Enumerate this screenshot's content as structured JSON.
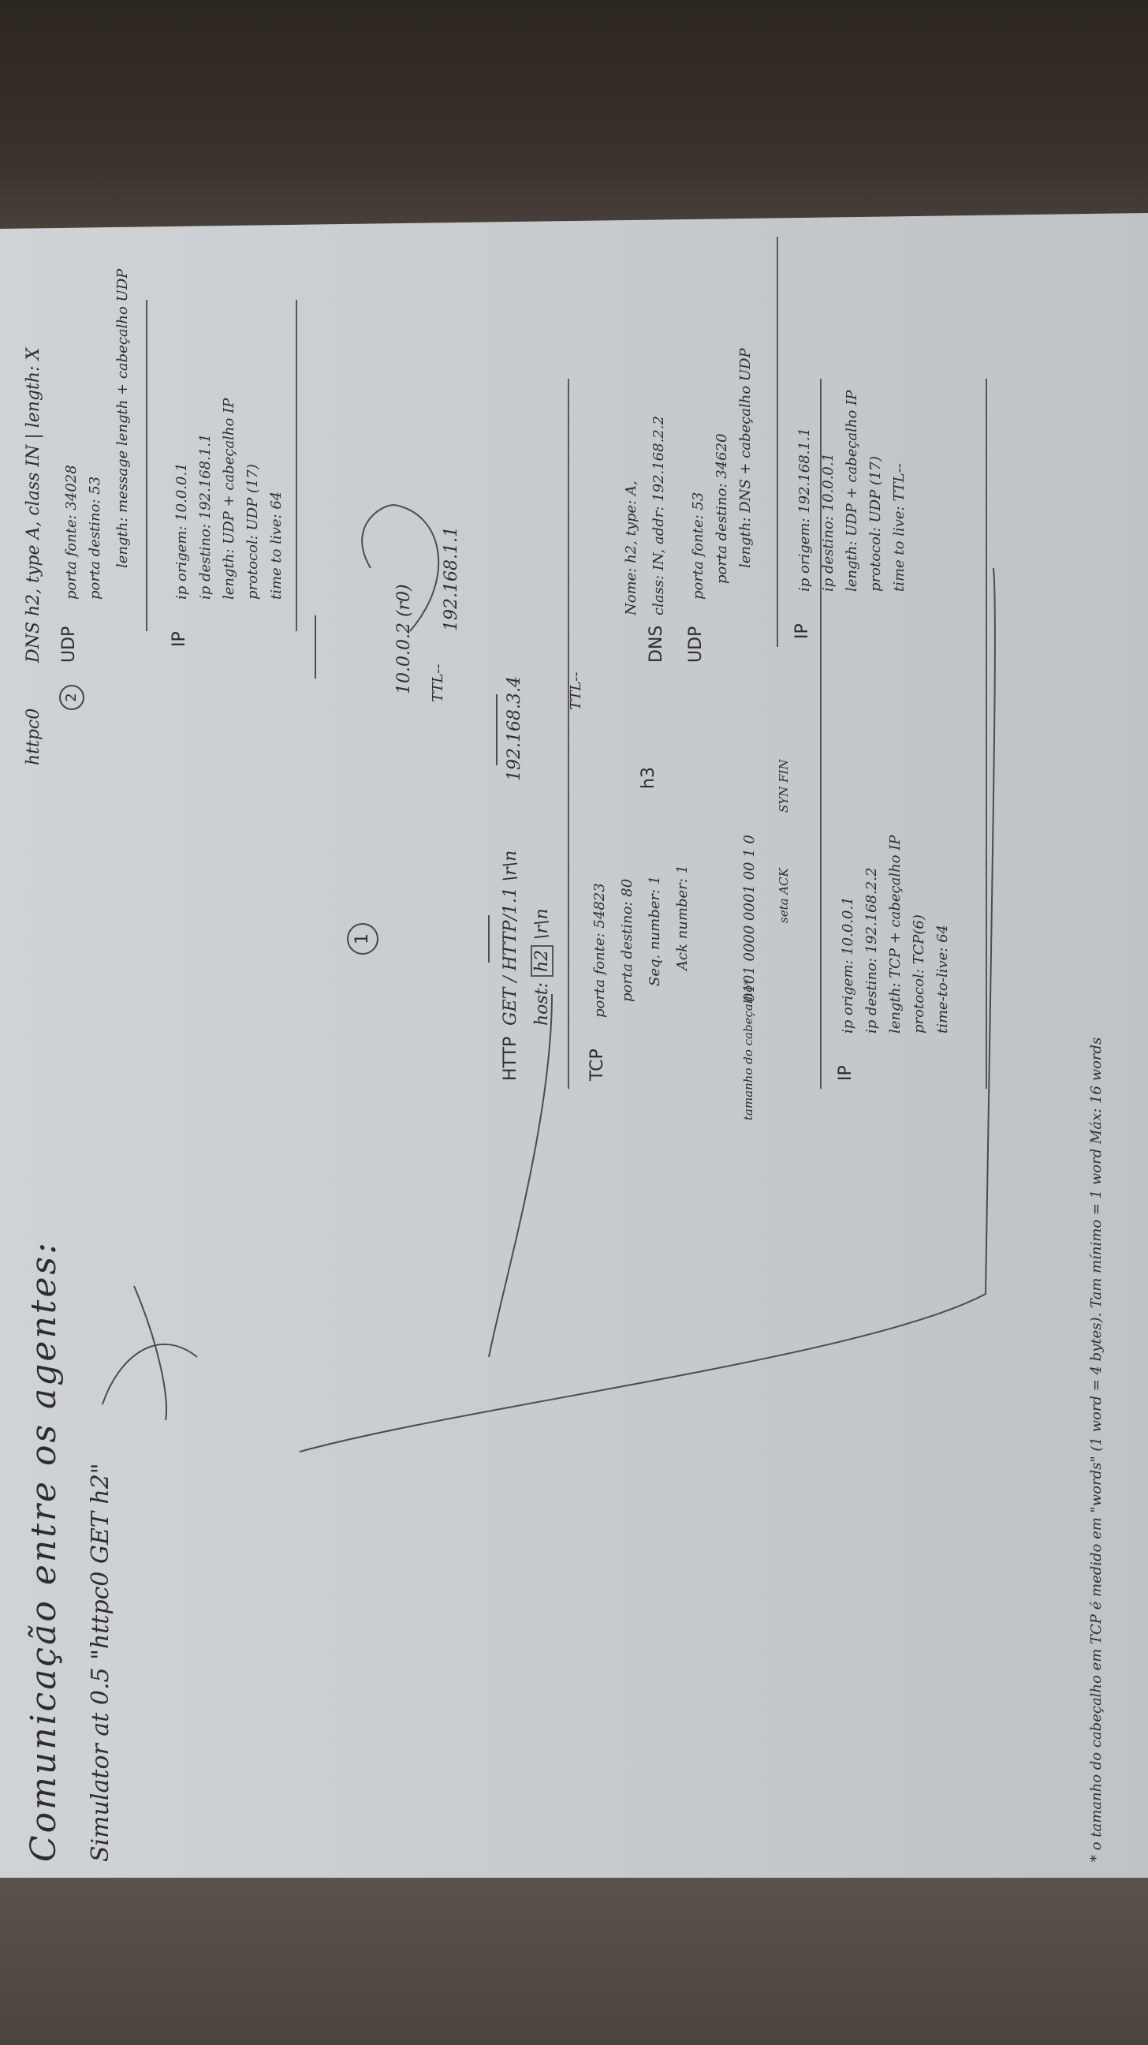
{
  "title": "Comunicação entre os agentes:",
  "simulator_line": "Simulator at 0.5 \"httpc0 GET h2\"",
  "top_right": {
    "httpc": "httpc0",
    "dns_line": "DNS  h2, type A, class IN | length: X",
    "udp_label": "UDP",
    "udp_lines": [
      "porta fonte: 34028",
      "porta destino: 53",
      "length: message length + cabeçalho UDP"
    ],
    "step": "2",
    "ip_label": "IP",
    "ip_lines": [
      "ip origem: 10.0.0.1",
      "ip destino: 192.168.1.1",
      "length: UDP + cabeçalho IP",
      "protocol: UDP (17)",
      "time to live: 64"
    ]
  },
  "route": {
    "r0": "10.0.0.2 (r0)",
    "ttl1": "TTL--",
    "router1": "192.168.1.1",
    "router2": "192.168.3.4",
    "ttl2": "TTL--",
    "h3": "h3"
  },
  "dns_reply": {
    "dns_label": "DNS",
    "dns_lines": [
      "Nome: h2, type: A,",
      "class: IN, addr: 192.168.2.2"
    ],
    "udp_label": "UDP",
    "udp_lines": [
      "porta fonte: 53",
      "porta destino: 34620",
      "length: DNS + cabeçalho UDP"
    ],
    "ip_label": "IP",
    "ip_lines": [
      "ip origem: 192.168.1.1",
      "ip destino: 10.0.0.1",
      "length: UDP + cabeçalho IP",
      "protocol: UDP (17)",
      "time to live: TTL--"
    ]
  },
  "http": {
    "step": "1",
    "label": "HTTP",
    "get_line": "GET / HTTP/1.1 \\r\\n",
    "host_prefix": "host:",
    "host_value": "h2",
    "host_suffix": "\\r\\n"
  },
  "tcp": {
    "label": "TCP",
    "lines": [
      "porta fonte: 54823",
      "porta destino: 80",
      "Seq. number: 1",
      "Ack number: 1"
    ],
    "header_label": "tamanho do cabeçalho*",
    "flags_bits": "0101 0000 0001 00 1 0",
    "flags_names": "SYN FIN",
    "set_ack": "seta ACK"
  },
  "tcp_ip": {
    "label": "IP",
    "lines": [
      "ip origem: 10.0.0.1",
      "ip destino: 192.168.2.2",
      "length: TCP + cabeçalho IP",
      "protocol: TCP(6)",
      "time-to-live: 64"
    ]
  },
  "footnote": "* o tamanho do cabeçalho em TCP é medido em \"words\" (1 word = 4 bytes). Tam mínimo = 1 word  Máx: 16 words",
  "colors": {
    "ink": "#2c2d30",
    "paper": "#c9cdd0",
    "background": "#3b332d"
  }
}
